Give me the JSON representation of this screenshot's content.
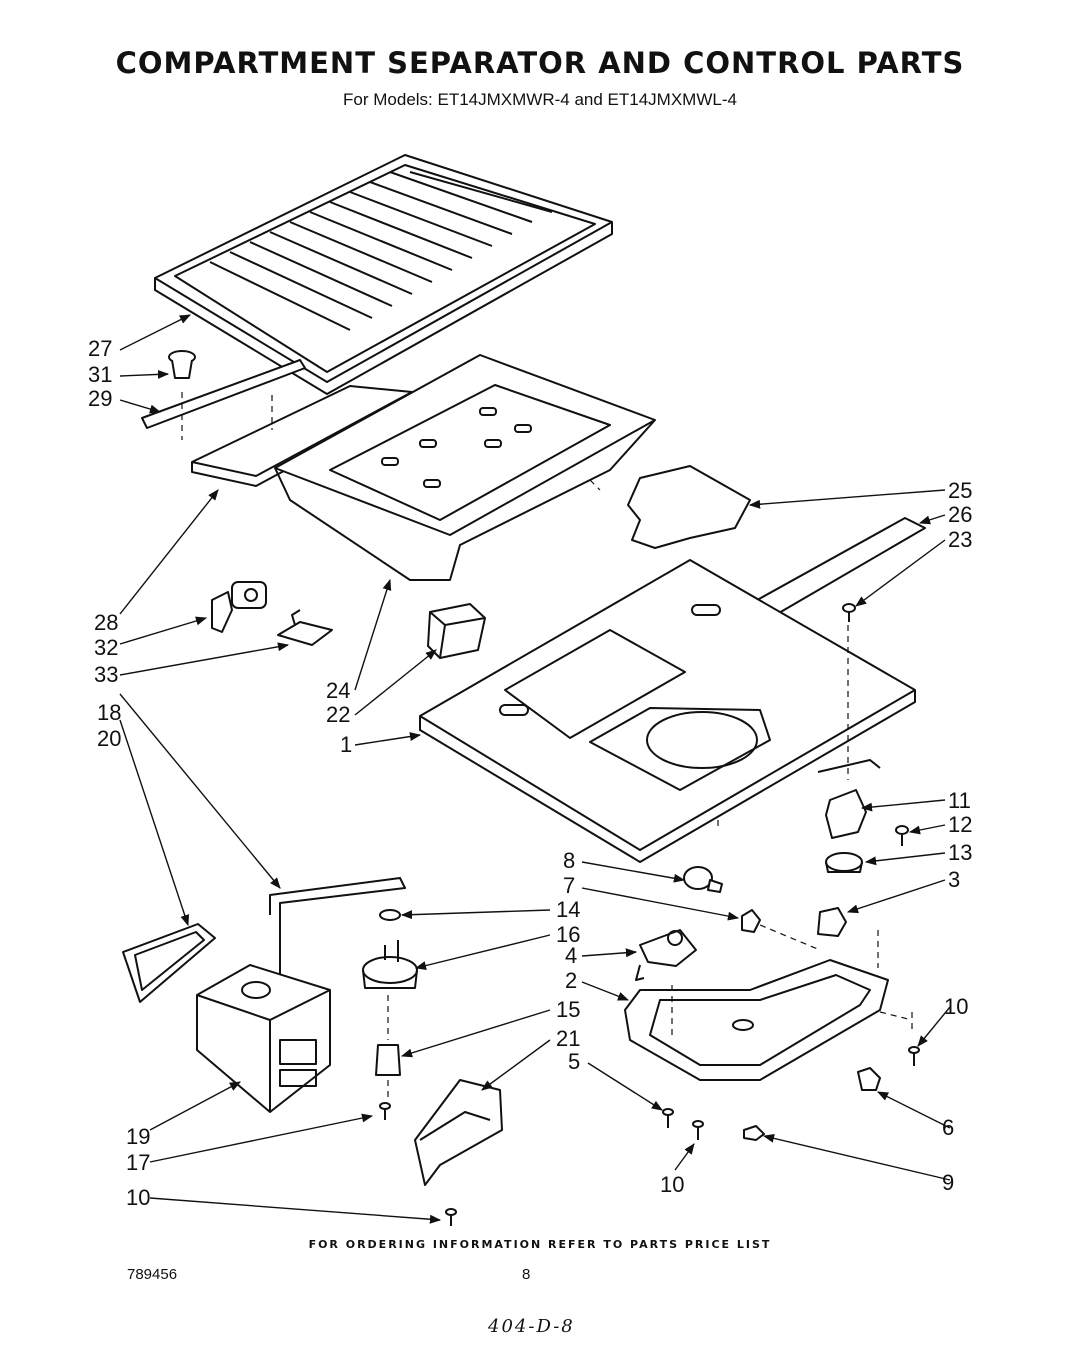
{
  "title": "COMPARTMENT SEPARATOR AND CONTROL PARTS",
  "subtitle": "For Models: ET14JMXMWR-4 and ET14JMXMWL-4",
  "footer_note": "FOR ORDERING INFORMATION REFER TO PARTS PRICE LIST",
  "document_number": "789456",
  "page_number": "8",
  "handwritten_note": "404-D-8",
  "callouts": {
    "c27": "27",
    "c31": "31",
    "c29": "29",
    "c28": "28",
    "c32": "32",
    "c33": "33",
    "c24": "24",
    "c22": "22",
    "c1": "1",
    "c25": "25",
    "c26": "26",
    "c23": "23",
    "c18": "18",
    "c20": "20",
    "c11": "11",
    "c12": "12",
    "c13": "13",
    "c8": "8",
    "c7": "7",
    "c3": "3",
    "c14": "14",
    "c16": "16",
    "c4": "4",
    "c2": "2",
    "c15": "15",
    "c21": "21",
    "c5": "5",
    "c10a": "10",
    "c6": "6",
    "c19": "19",
    "c17": "17",
    "c10b": "10",
    "c9": "9",
    "c10c": "10"
  }
}
